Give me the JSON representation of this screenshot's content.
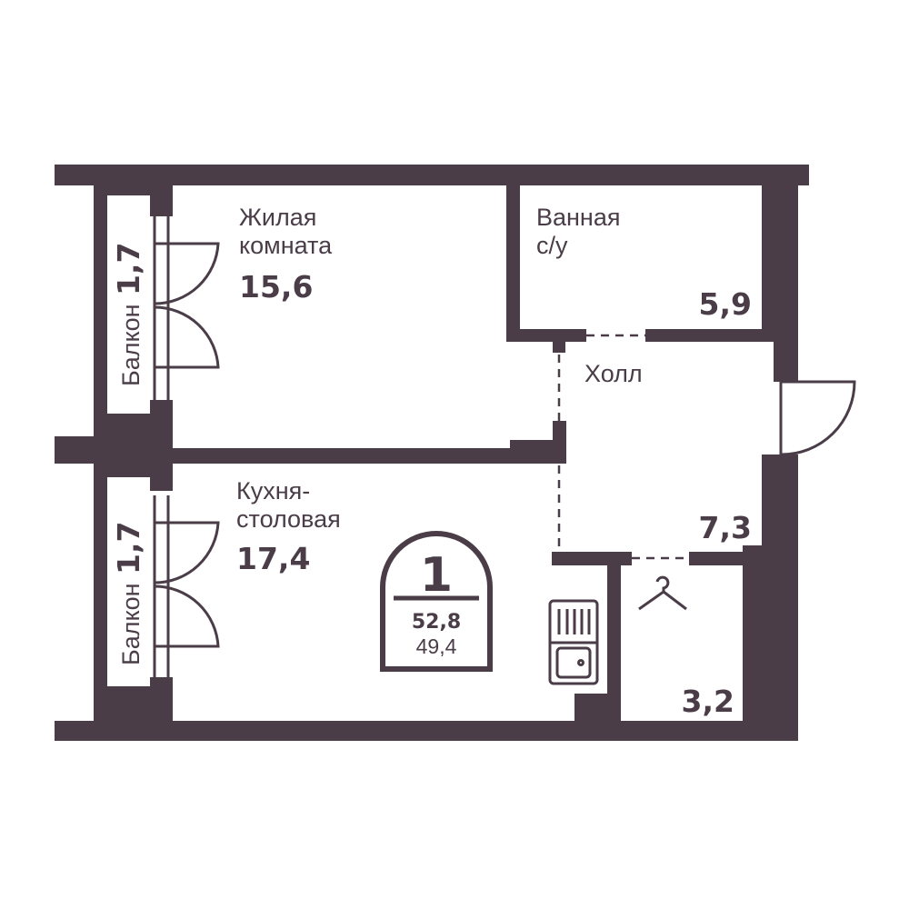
{
  "colors": {
    "wall": "#4a3d48",
    "background": "#ffffff"
  },
  "rooms": {
    "living": {
      "name_line1": "Жилая",
      "name_line2": "комната",
      "area": "15,6"
    },
    "bathroom": {
      "name_line1": "Ванная",
      "name_line2": "с/у",
      "area": "5,9"
    },
    "hall": {
      "name": "Холл",
      "area": "7,3"
    },
    "kitchen": {
      "name_line1": "Кухня-",
      "name_line2": "столовая",
      "area": "17,4"
    },
    "wardrobe": {
      "icon": "hanger-icon",
      "area": "3,2"
    },
    "balcony_top": {
      "name": "Балкон",
      "area": "1,7"
    },
    "balcony_bottom": {
      "name": "Балкон",
      "area": "1,7"
    }
  },
  "badge": {
    "rooms": "1",
    "total_area": "52,8",
    "living_area": "49,4"
  }
}
